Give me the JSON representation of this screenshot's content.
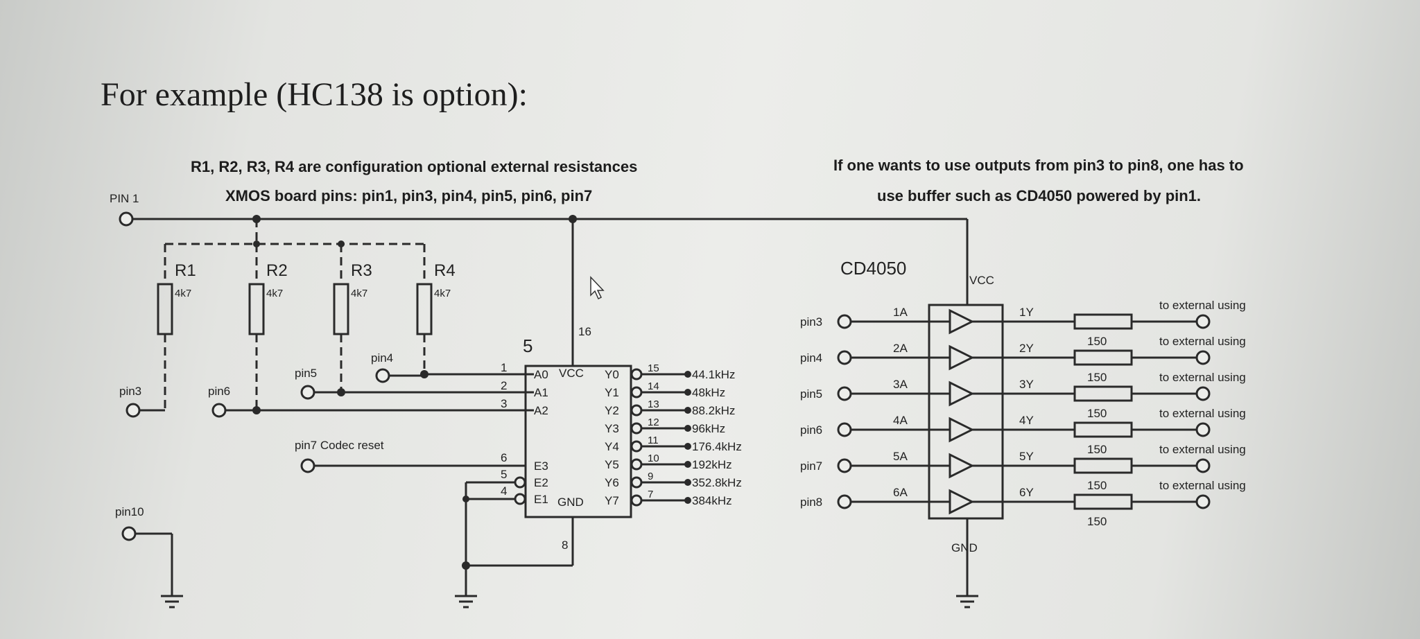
{
  "header": {
    "title": "For example (HC138 is option):"
  },
  "notes": {
    "resistor_note": "R1, R2, R3, R4 are configuration optional external resistances",
    "xmos_pins": "XMOS board pins: pin1, pin3, pin4, pin5, pin6, pin7",
    "buffer_note_line1": "If one wants to use outputs from pin3 to pin8, one has to",
    "buffer_note_line2": "use buffer such as CD4050 powered by pin1."
  },
  "terminals": {
    "pin1": "PIN 1",
    "pin3": "pin3",
    "pin6": "pin6",
    "pin5": "pin5",
    "pin4": "pin4",
    "pin7": "pin7  Codec reset",
    "pin10": "pin10"
  },
  "resistors": [
    {
      "name": "R1",
      "value": "4k7"
    },
    {
      "name": "R2",
      "value": "4k7"
    },
    {
      "name": "R3",
      "value": "4k7"
    },
    {
      "name": "R4",
      "value": "4k7"
    }
  ],
  "decoder": {
    "label": "5",
    "vcc_pin": "16",
    "gnd_pin": "8",
    "vcc": "VCC",
    "gnd": "GND",
    "inputs": [
      {
        "pin": "1",
        "name": "A0"
      },
      {
        "pin": "2",
        "name": "A1"
      },
      {
        "pin": "3",
        "name": "A2"
      }
    ],
    "enables": [
      {
        "pin": "6",
        "name": "E3"
      },
      {
        "pin": "5",
        "name": "E2"
      },
      {
        "pin": "4",
        "name": "E1"
      }
    ],
    "outputs": [
      {
        "name": "Y0",
        "pin": "15",
        "freq": "44.1kHz"
      },
      {
        "name": "Y1",
        "pin": "14",
        "freq": "48kHz"
      },
      {
        "name": "Y2",
        "pin": "13",
        "freq": "88.2kHz"
      },
      {
        "name": "Y3",
        "pin": "12",
        "freq": "96kHz"
      },
      {
        "name": "Y4",
        "pin": "11",
        "freq": "176.4kHz"
      },
      {
        "name": "Y5",
        "pin": "10",
        "freq": "192kHz"
      },
      {
        "name": "Y6",
        "pin": "9",
        "freq": "352.8kHz"
      },
      {
        "name": "Y7",
        "pin": "7",
        "freq": "384kHz"
      }
    ]
  },
  "buffer": {
    "title": "CD4050",
    "vcc": "VCC",
    "gnd": "GND",
    "channels": [
      {
        "input_pin": "pin3",
        "in": "1A",
        "out": "1Y",
        "resistor": "150",
        "dest": "to external using"
      },
      {
        "input_pin": "pin4",
        "in": "2A",
        "out": "2Y",
        "resistor": "150",
        "dest": "to external using"
      },
      {
        "input_pin": "pin5",
        "in": "3A",
        "out": "3Y",
        "resistor": "150",
        "dest": "to external using"
      },
      {
        "input_pin": "pin6",
        "in": "4A",
        "out": "4Y",
        "resistor": "150",
        "dest": "to external using"
      },
      {
        "input_pin": "pin7",
        "in": "5A",
        "out": "5Y",
        "resistor": "150",
        "dest": "to external using"
      },
      {
        "input_pin": "pin8",
        "in": "6A",
        "out": "6Y",
        "resistor": "150",
        "dest": "to external using"
      }
    ]
  }
}
